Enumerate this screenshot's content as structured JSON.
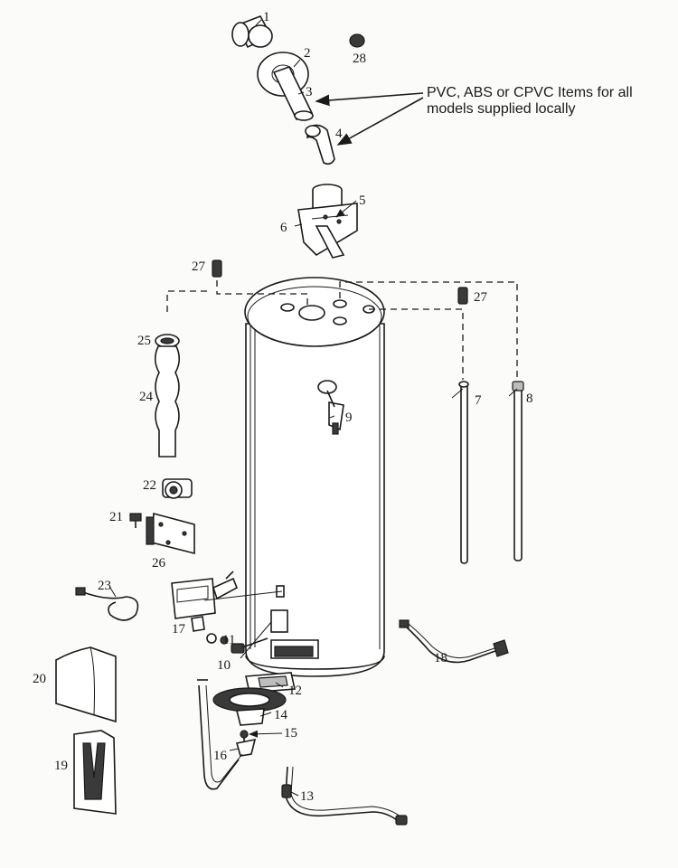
{
  "note": {
    "line1": "PVC, ABS or CPVC Items for all",
    "line2": "models supplied locally"
  },
  "labels": {
    "p1": "1",
    "p2": "2",
    "p3": "3",
    "p4": "4",
    "p5": "5",
    "p6": "6",
    "p7": "7",
    "p8": "8",
    "p9": "9",
    "p10": "10",
    "p11": "11",
    "p12": "12",
    "p13": "13",
    "p14": "14",
    "p15": "15",
    "p16": "16",
    "p17": "17",
    "p18": "18",
    "p19": "19",
    "p20": "20",
    "p21": "21",
    "p22": "22",
    "p23": "23",
    "p24": "24",
    "p25": "25",
    "p26": "26",
    "p27a": "27",
    "p27b": "27",
    "p28": "28"
  }
}
